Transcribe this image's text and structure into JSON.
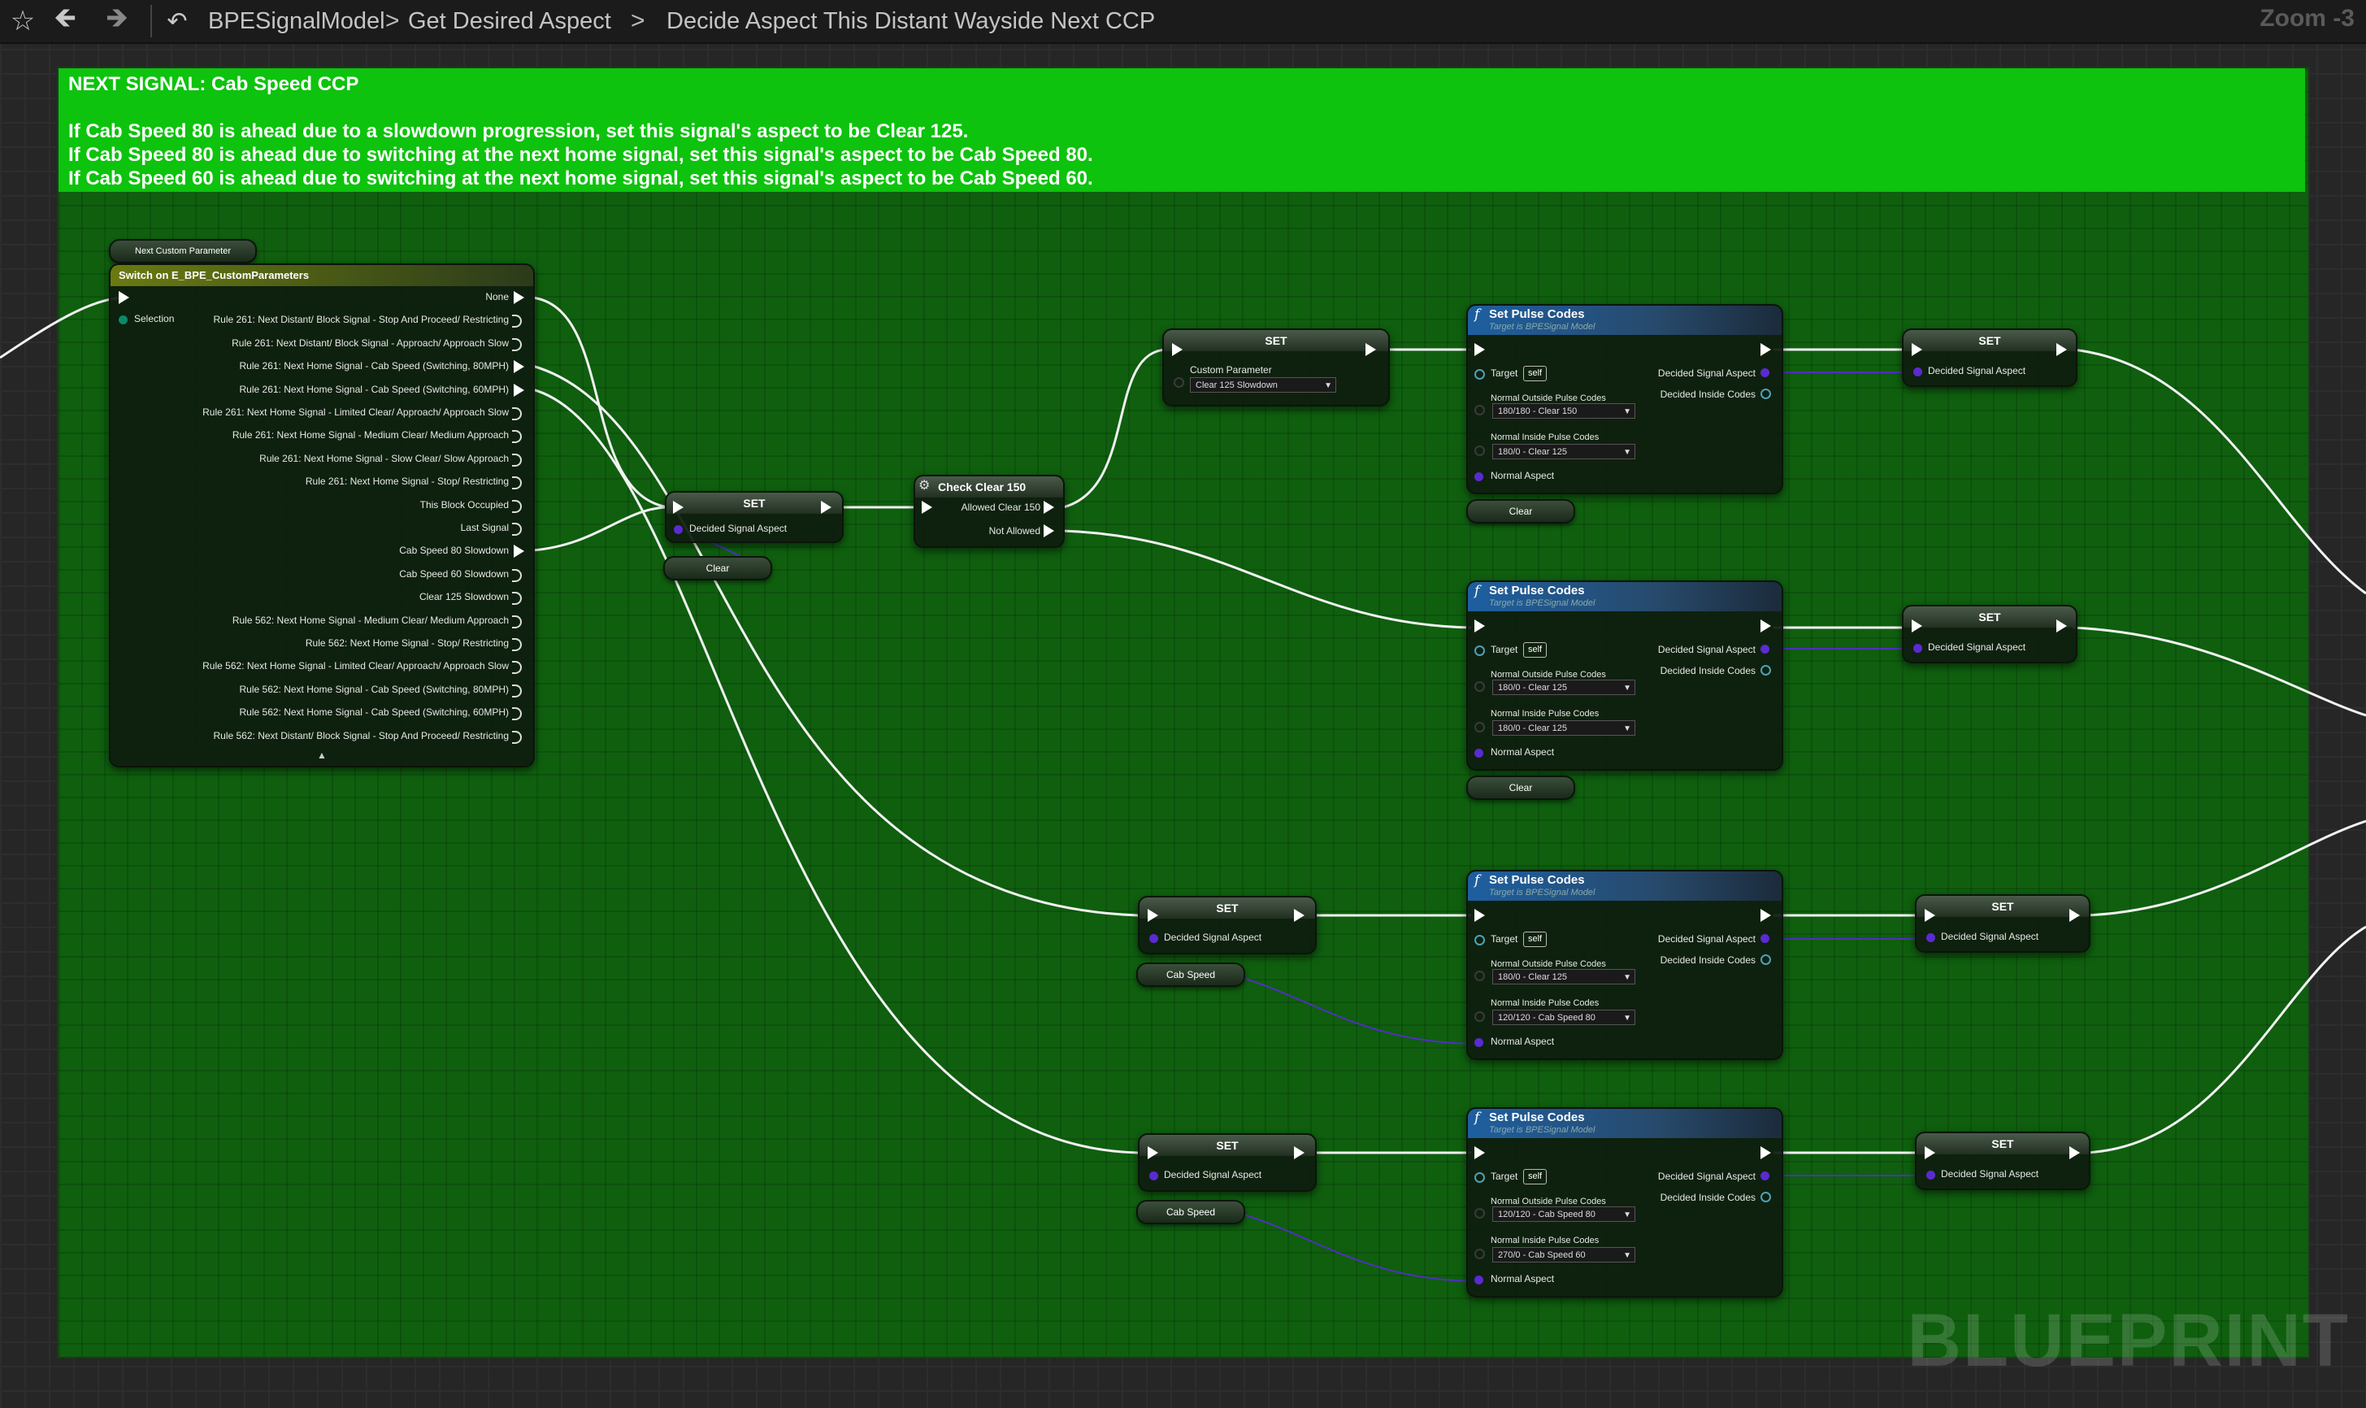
{
  "breadcrumb": {
    "root": "BPESignalModel",
    "level1": "Get Desired Aspect",
    "level2": "Decide Aspect This Distant Wayside Next CCP"
  },
  "zoom": "Zoom -3",
  "comment": {
    "title": "NEXT SIGNAL:  Cab Speed CCP",
    "lines": [
      "If Cab Speed 80 is ahead due to a slowdown progression, set this signal's aspect to be Clear 125.",
      "If Cab Speed 80 is ahead due to switching at the next home signal, set this signal's aspect to be Cab Speed 80.",
      "If Cab Speed 60 is ahead due to switching at the next home signal, set this signal's aspect to be Cab Speed 60."
    ]
  },
  "watermark": "BLUEPRINT",
  "var_next_custom": "Next Custom Parameter",
  "switch_node": {
    "title": "Switch on E_BPE_CustomParameters",
    "selection": "Selection",
    "outputs": [
      "None",
      "Rule 261: Next Distant/ Block Signal - Stop And Proceed/ Restricting",
      "Rule 261: Next Distant/ Block Signal - Approach/ Approach Slow",
      "Rule 261: Next Home Signal - Cab Speed (Switching, 80MPH)",
      "Rule 261: Next Home Signal - Cab Speed (Switching, 60MPH)",
      "Rule 261: Next Home Signal - Limited Clear/ Approach/ Approach Slow",
      "Rule 261: Next Home Signal - Medium Clear/ Medium Approach",
      "Rule 261: Next Home Signal - Slow Clear/ Slow Approach",
      "Rule 261: Next Home Signal - Stop/ Restricting",
      "This Block Occupied",
      "Last Signal",
      "Cab Speed 80 Slowdown",
      "Cab Speed 60 Slowdown",
      "Clear 125 Slowdown",
      "Rule 562: Next Home Signal - Medium Clear/ Medium Approach",
      "Rule 562: Next Home Signal - Stop/ Restricting",
      "Rule 562: Next Home Signal - Limited Clear/ Approach/ Approach Slow",
      "Rule 562: Next Home Signal - Cab Speed (Switching, 80MPH)",
      "Rule 562: Next Home Signal - Cab Speed (Switching, 60MPH)",
      "Rule 562: Next Distant/ Block Signal - Stop And Proceed/ Restricting"
    ]
  },
  "set_label": "SET",
  "decided_signal_aspect": "Decided Signal Aspect",
  "decided_inside_codes": "Decided Inside Codes",
  "clear": "Clear",
  "cab_speed": "Cab Speed",
  "check_clear": {
    "title": "Check Clear 150",
    "out1": "Allowed Clear 150",
    "out2": "Not Allowed"
  },
  "set_custom": {
    "label": "Custom Parameter",
    "value": "Clear 125 Slowdown"
  },
  "pulse": {
    "title": "Set Pulse Codes",
    "subtitle": "Target is BPESignal Model",
    "target": "Target",
    "self": "self",
    "outside_label": "Normal Outside Pulse Codes",
    "inside_label": "Normal Inside Pulse Codes",
    "normal_aspect": "Normal Aspect",
    "nodes": [
      {
        "outside": "180/180 - Clear 150",
        "inside": "180/0 - Clear 125"
      },
      {
        "outside": "180/0 - Clear 125",
        "inside": "180/0 - Clear 125"
      },
      {
        "outside": "180/0 - Clear 125",
        "inside": "120/120 - Cab Speed 80"
      },
      {
        "outside": "120/120 - Cab Speed 80",
        "inside": "270/0 - Cab Speed 60"
      }
    ]
  }
}
